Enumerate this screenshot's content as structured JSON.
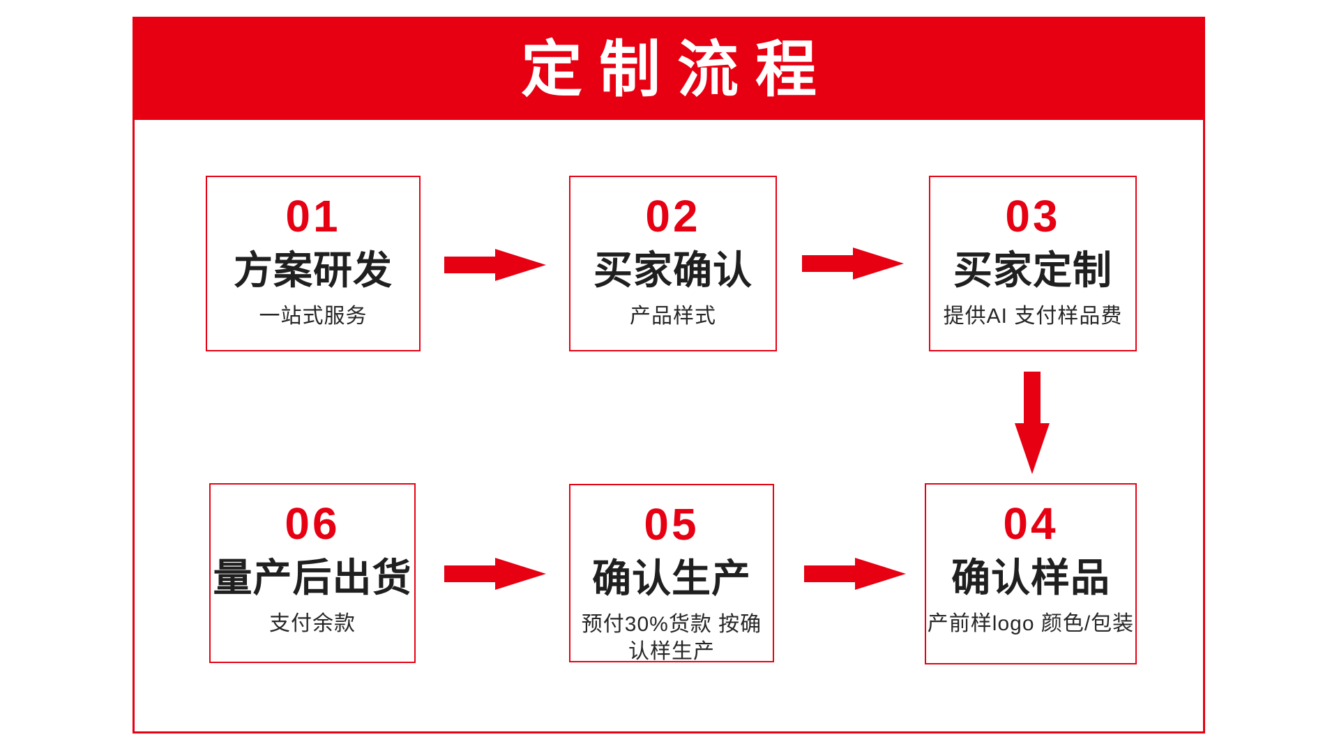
{
  "page": {
    "title": "定制流程"
  },
  "colors": {
    "accent_red": "#e60012",
    "text_dark": "#1f1f1f",
    "background": "#ffffff"
  },
  "steps": [
    {
      "number": "01",
      "title": "方案研发",
      "subtitle": "一站式服务"
    },
    {
      "number": "02",
      "title": "买家确认",
      "subtitle": "产品样式"
    },
    {
      "number": "03",
      "title": "买家定制",
      "subtitle": "提供AI 支付样品费"
    },
    {
      "number": "04",
      "title": "确认样品",
      "subtitle": "产前样logo 颜色/包装"
    },
    {
      "number": "05",
      "title": "确认生产",
      "subtitle": "预付30%货款 按确\n认样生产"
    },
    {
      "number": "06",
      "title": "量产后出货",
      "subtitle": "支付余款"
    }
  ],
  "flow_arrows": [
    {
      "from": "01",
      "to": "02",
      "direction": "right"
    },
    {
      "from": "02",
      "to": "03",
      "direction": "right"
    },
    {
      "from": "03",
      "to": "04",
      "direction": "down"
    },
    {
      "from": "06",
      "to": "05",
      "direction": "right"
    },
    {
      "from": "05",
      "to": "04",
      "direction": "right"
    }
  ]
}
